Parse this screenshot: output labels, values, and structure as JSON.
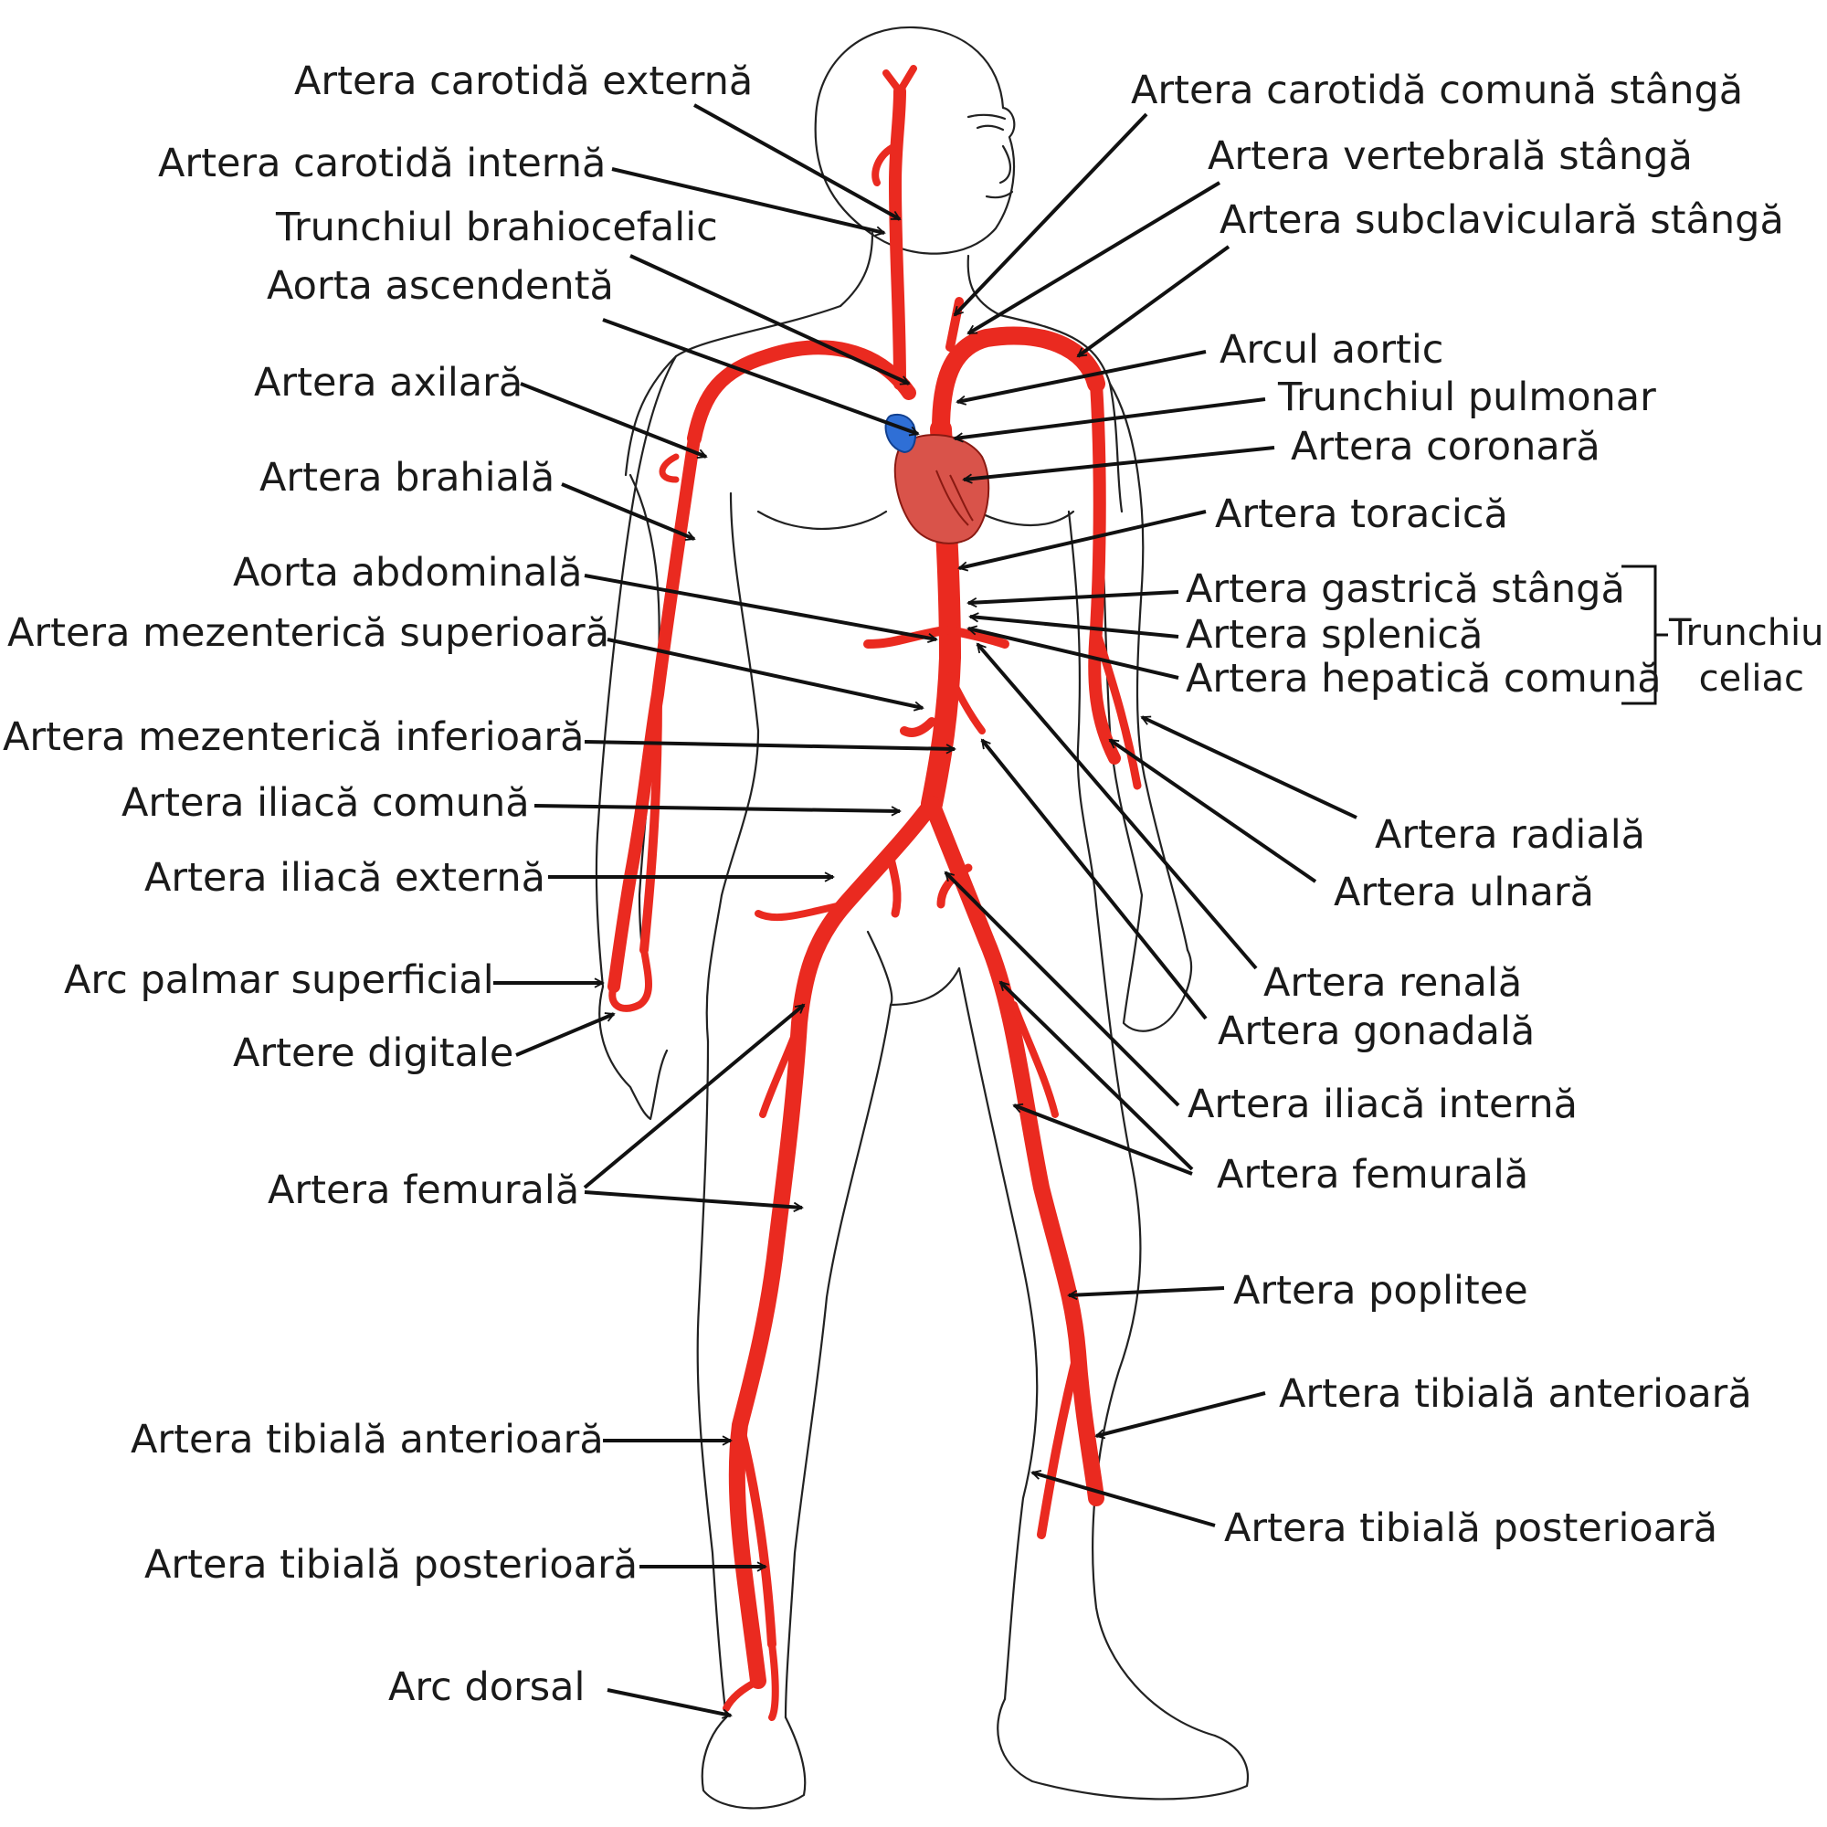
{
  "colors": {
    "artery": "#ea2a20",
    "heart": "#d9534a",
    "vein": "#2f6fd6",
    "outline": "#222222",
    "text": "#1a1a1a"
  },
  "labels_left": [
    "Artera carotidă externă",
    "Artera carotidă internă",
    "Trunchiul brahiocefalic",
    "Aorta ascendentă",
    "Artera axilară",
    "Artera brahială",
    "Aorta abdominală",
    "Artera mezenterică superioară",
    "Artera mezenterică inferioară",
    "Artera iliacă comună",
    "Artera iliacă externă",
    "Arc palmar superficial",
    "Artere digitale",
    "Artera femurală",
    "Artera tibială anterioară",
    "Artera tibială posterioară",
    "Arc dorsal"
  ],
  "labels_right": [
    "Artera carotidă comună stângă",
    "Artera vertebrală stângă",
    "Artera subclaviculară stângă",
    "Arcul aortic",
    "Trunchiul pulmonar",
    "Artera coronară",
    "Artera toracică",
    "Artera gastrică stângă",
    "Artera splenică",
    "Artera hepatică comună",
    "Artera radială",
    "Artera ulnară",
    "Artera renală",
    "Artera gonadală",
    "Artera iliacă internă",
    "Artera femurală",
    "Artera poplitee",
    "Artera tibială anterioară",
    "Artera tibială posterioară"
  ],
  "bracket_label_line1": "Trunchiul",
  "bracket_label_line2": "celiac"
}
